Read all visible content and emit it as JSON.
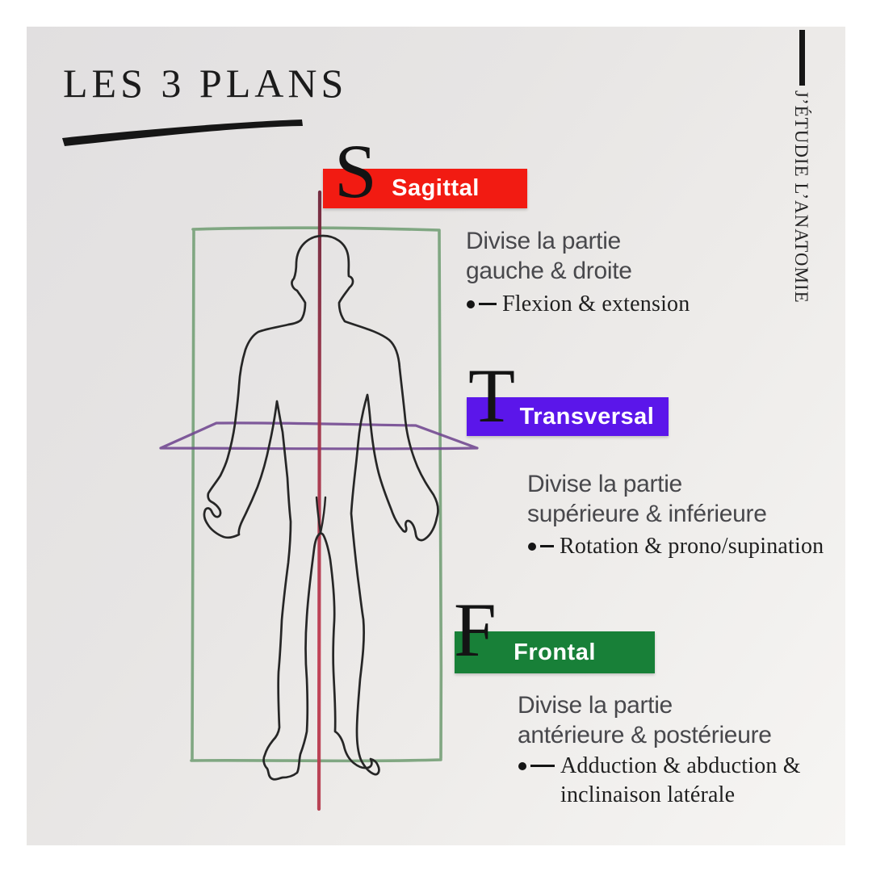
{
  "title": {
    "text": "LES 3 PLANS"
  },
  "brand": {
    "vertical_text": "J’ÉTUDIE L’ANATOMIE"
  },
  "planes": [
    {
      "letter": "S",
      "name": "Sagittal",
      "banner_color": "#f21b12",
      "desc_line1": "Divise la partie",
      "desc_line2": "gauche & droite",
      "movement_line1": "Flexion & extension"
    },
    {
      "letter": "T",
      "name": "Transversal",
      "banner_color": "#5b16ea",
      "desc_line1": "Divise la partie",
      "desc_line2": "supérieure & inférieure",
      "movement_line1": "Rotation & prono/supination"
    },
    {
      "letter": "F",
      "name": "Frontal",
      "banner_color": "#188038",
      "desc_line1": "Divise la partie",
      "desc_line2": "antérieure & postérieure",
      "movement_line1": "Adduction & abduction &",
      "movement_line2": "inclinaison latérale"
    }
  ],
  "figure": {
    "body_outline_color": "#262626",
    "sagittal_line_color_top": "#6f2439",
    "sagittal_line_color": "#a53349",
    "sagittal_line_color_bottom": "#bf3a50",
    "transversal_plane_color": "#6f4590",
    "frontal_plane_color": "#74a077"
  }
}
